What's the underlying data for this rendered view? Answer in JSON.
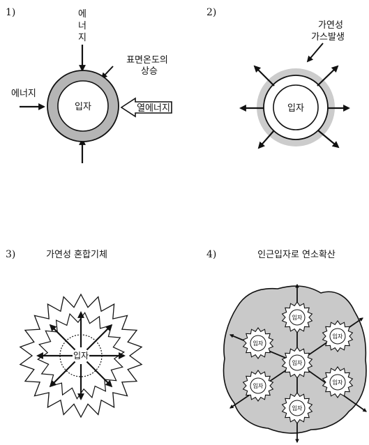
{
  "panel1": {
    "number": "1)",
    "top_energy_chars": [
      "에",
      "너",
      "지"
    ],
    "surface_temp_label_line1": "표면온도의",
    "surface_temp_label_line2": "상승",
    "left_energy_label": "에너지",
    "particle_label": "입자",
    "heat_energy_label": "열에너지"
  },
  "panel2": {
    "number": "2)",
    "gas_label_line1": "가연성",
    "gas_label_line2": "가스발생",
    "particle_label": "입자"
  },
  "panel3": {
    "number": "3)",
    "title": "가연성 혼합기체",
    "particle_label": "입자"
  },
  "panel4": {
    "number": "4)",
    "title": "인근입자로 연소확산",
    "particle_labels": [
      "입자",
      "입자",
      "입자",
      "입자",
      "입자",
      "입자",
      "입자"
    ]
  },
  "colors": {
    "ink": "#111111",
    "halo": "#b5b5b5",
    "cloud": "#c9c9c9",
    "background": "#ffffff"
  }
}
